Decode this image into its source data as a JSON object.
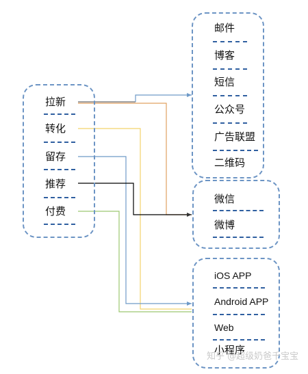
{
  "left_group": {
    "items": [
      "拉新",
      "转化",
      "留存",
      "推荐",
      "付费"
    ]
  },
  "channels_group": {
    "items": [
      "邮件",
      "博客",
      "短信",
      "公众号",
      "广告联盟",
      "二维码"
    ]
  },
  "social_group": {
    "items": [
      "微信",
      "微博"
    ]
  },
  "platform_group": {
    "items": [
      "iOS APP",
      "Android APP",
      "Web",
      "小程序"
    ]
  },
  "colors": {
    "dashed_border": "#6c94c4",
    "underline": "#2f5fa0",
    "line_拉新": "#e0a060",
    "line_转化": "#f2d36b",
    "line_留存": "#6e9ac8",
    "line_推荐": "#000000",
    "line_付费": "#9cc870"
  },
  "watermark": "知乎 @超级奶爸千宝宝"
}
